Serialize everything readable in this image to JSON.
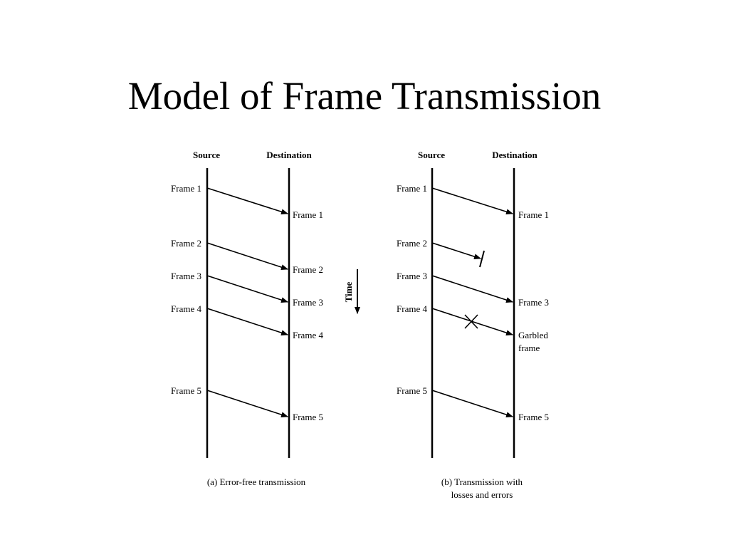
{
  "slide": {
    "title": "Model of Frame Transmission"
  },
  "time_axis": {
    "label": "Time"
  },
  "diagram_a": {
    "source_label": "Source",
    "destination_label": "Destination",
    "caption": "(a) Error-free transmission",
    "frames": [
      {
        "sent": "Frame 1",
        "received": "Frame 1",
        "outcome": "delivered"
      },
      {
        "sent": "Frame 2",
        "received": "Frame 2",
        "outcome": "delivered"
      },
      {
        "sent": "Frame 3",
        "received": "Frame 3",
        "outcome": "delivered"
      },
      {
        "sent": "Frame 4",
        "received": "Frame 4",
        "outcome": "delivered"
      },
      {
        "sent": "Frame 5",
        "received": "Frame 5",
        "outcome": "delivered"
      }
    ]
  },
  "diagram_b": {
    "source_label": "Source",
    "destination_label": "Destination",
    "caption_line1": "(b) Transmission with",
    "caption_line2": "losses and errors",
    "frames": [
      {
        "sent": "Frame 1",
        "received": "Frame 1",
        "outcome": "delivered"
      },
      {
        "sent": "Frame 2",
        "received": "",
        "outcome": "lost"
      },
      {
        "sent": "Frame 3",
        "received": "Frame 3",
        "outcome": "delivered"
      },
      {
        "sent": "Frame 4",
        "received_line1": "Garbled",
        "received_line2": "frame",
        "outcome": "garbled"
      },
      {
        "sent": "Frame 5",
        "received": "Frame 5",
        "outcome": "delivered"
      }
    ]
  }
}
